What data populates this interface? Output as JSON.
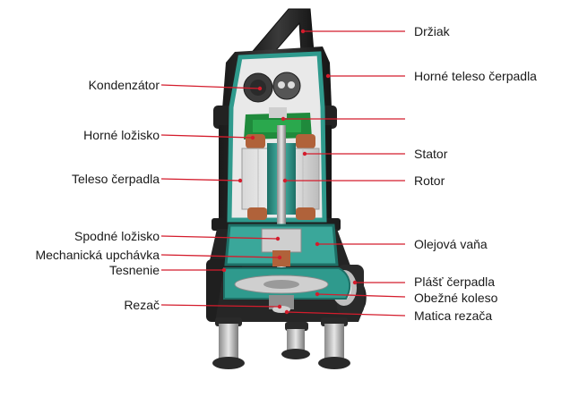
{
  "diagram": {
    "labels_left": {
      "kondenzator": "Kondenzátor",
      "horne_lozisko": "Horné ložisko",
      "teleso_cerpadla": "Teleso čerpadla",
      "spodne_lozisko": "Spodné ložisko",
      "mechanicka_upchavka": "Mechanická upchávka",
      "tesnenie": "Tesnenie",
      "rezac": "Rezač"
    },
    "labels_right": {
      "drziak": "Držiak",
      "horne_teleso": "Horné teleso čerpadla",
      "stator": "Stator",
      "rotor": "Rotor",
      "olejova_vana": "Olejová vaňa",
      "plast_cerpadla": "Plášť čerpadla",
      "obezne_koleso": "Obežné koleso",
      "matica_rezaca": "Matica rezača"
    },
    "colors": {
      "body": "#262626",
      "teal": "#3aa79a",
      "dark_teal": "#1e6f66",
      "green": "#1f8a3c",
      "copper": "#b0623a",
      "silver": "#c9c9c9",
      "leader": "#d41c2c"
    }
  }
}
